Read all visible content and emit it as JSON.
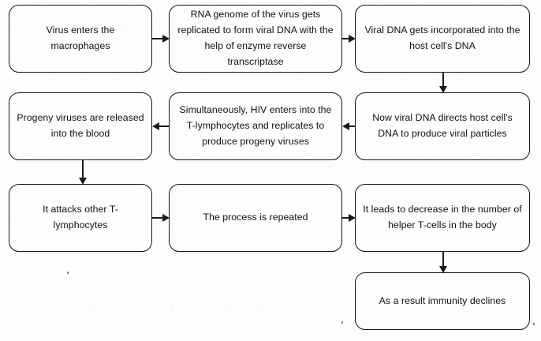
{
  "diagram": {
    "title": "HIV infection pathway flowchart",
    "style": {
      "background": "#fdfdfd",
      "box_border": "#141414",
      "arrow_color": "#1a1a1a",
      "text_color": "#101010"
    },
    "nodes": [
      {
        "id": "n1",
        "text": "Virus enters the macrophages",
        "row": 1,
        "column": "left"
      },
      {
        "id": "n2",
        "text": "RNA genome of the virus gets replicated to form viral DNA with the help of enzyme reverse transcriptase",
        "row": 1,
        "column": "middle"
      },
      {
        "id": "n3",
        "text": "Viral DNA gets incorporated into the host cell's DNA",
        "row": 1,
        "column": "right"
      },
      {
        "id": "n4",
        "text": "Progeny viruses are released into the blood",
        "row": 2,
        "column": "left"
      },
      {
        "id": "n5",
        "text": "Simultaneously, HIV enters into the T-lymphocytes and replicates to produce progeny viruses",
        "row": 2,
        "column": "middle"
      },
      {
        "id": "n6",
        "text": "Now viral DNA directs host cell's DNA to produce viral particles",
        "row": 2,
        "column": "right"
      },
      {
        "id": "n7",
        "text": "It attacks other T-lymphocytes",
        "row": 3,
        "column": "left"
      },
      {
        "id": "n8",
        "text": "The process is repeated",
        "row": 3,
        "column": "middle"
      },
      {
        "id": "n9",
        "text": "It leads to decrease in the number of helper T-cells in the body",
        "row": 3,
        "column": "right"
      },
      {
        "id": "n10",
        "text": "As a result immunity declines",
        "row": 4,
        "column": "right"
      }
    ],
    "edges": [
      {
        "id": "e1",
        "from": "n1",
        "to": "n2",
        "direction": "right"
      },
      {
        "id": "e2",
        "from": "n2",
        "to": "n3",
        "direction": "right"
      },
      {
        "id": "e3",
        "from": "n3",
        "to": "n6",
        "direction": "down"
      },
      {
        "id": "e4",
        "from": "n6",
        "to": "n5",
        "direction": "left"
      },
      {
        "id": "e5",
        "from": "n5",
        "to": "n4",
        "direction": "left"
      },
      {
        "id": "e6",
        "from": "n4",
        "to": "n7",
        "direction": "down"
      },
      {
        "id": "e7",
        "from": "n7",
        "to": "n8",
        "direction": "right"
      },
      {
        "id": "e8",
        "from": "n8",
        "to": "n9",
        "direction": "right"
      },
      {
        "id": "e9",
        "from": "n9",
        "to": "n10",
        "direction": "down"
      }
    ]
  }
}
